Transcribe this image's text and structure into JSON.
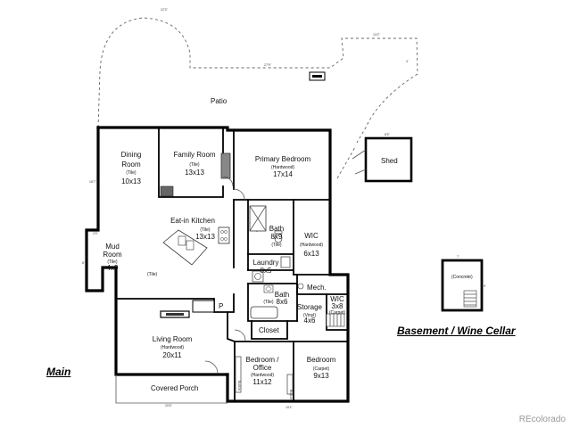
{
  "captions": {
    "main": "Main",
    "basement": "Basement / Wine Cellar"
  },
  "watermark": "REcolorado",
  "outdoor": {
    "patio": "Patio",
    "shed": "Shed",
    "covered_porch": "Covered Porch"
  },
  "rooms": {
    "dining": {
      "name_line1": "Dining",
      "name_line2": "Room",
      "material": "(Tile)",
      "dims": "10x13"
    },
    "family": {
      "name": "Family Room",
      "material": "(Tile)",
      "dims": "13x13"
    },
    "primary_bedroom": {
      "name": "Primary Bedroom",
      "material": "(Hardwood)",
      "dims": "17x14"
    },
    "kitchen": {
      "name": "Eat-in Kitchen",
      "material": "(Tile)",
      "dims": "13x13"
    },
    "bath_primary": {
      "name": "Bath",
      "dims": "8x9",
      "material": "(Tile)"
    },
    "wic_primary": {
      "name": "WIC",
      "material": "(Hardwood)",
      "dims": "6x13"
    },
    "mud": {
      "name_line1": "Mud",
      "name_line2": "Room",
      "material": "(Tile)",
      "dims": "4x9"
    },
    "laundry": {
      "name": "Laundry",
      "dims": "8x5"
    },
    "bath2": {
      "name": "Bath",
      "material": "(Tile)",
      "dims": "8x6"
    },
    "mech": {
      "name": "Mech."
    },
    "storage": {
      "name": "Storage",
      "material": "(Vinyl)",
      "dims": "4x6"
    },
    "wic2": {
      "name": "WIC",
      "dims": "3x8",
      "material": "(Carpet)"
    },
    "closet": {
      "name": "Closet"
    },
    "living": {
      "name": "Living Room",
      "material": "(Hardwood)",
      "dims": "20x11"
    },
    "bedroom_office": {
      "name_line1": "Bedroom /",
      "name_line2": "Office",
      "material": "(Hardwood)",
      "dims": "11x12"
    },
    "bedroom": {
      "name": "Bedroom",
      "material": "(Carpet)",
      "dims": "9x13"
    },
    "hall": {
      "material": "(Tile)"
    },
    "pantry": {
      "label": "P"
    }
  },
  "basement": {
    "material": "(Concrete)"
  },
  "icon_names": [
    "fireplace-icon",
    "stairs-icon",
    "stove-icon",
    "sink-icon",
    "toilet-icon",
    "shower-icon",
    "bathtub-icon",
    "washer-icon",
    "door-swing-icon",
    "grill-icon"
  ]
}
